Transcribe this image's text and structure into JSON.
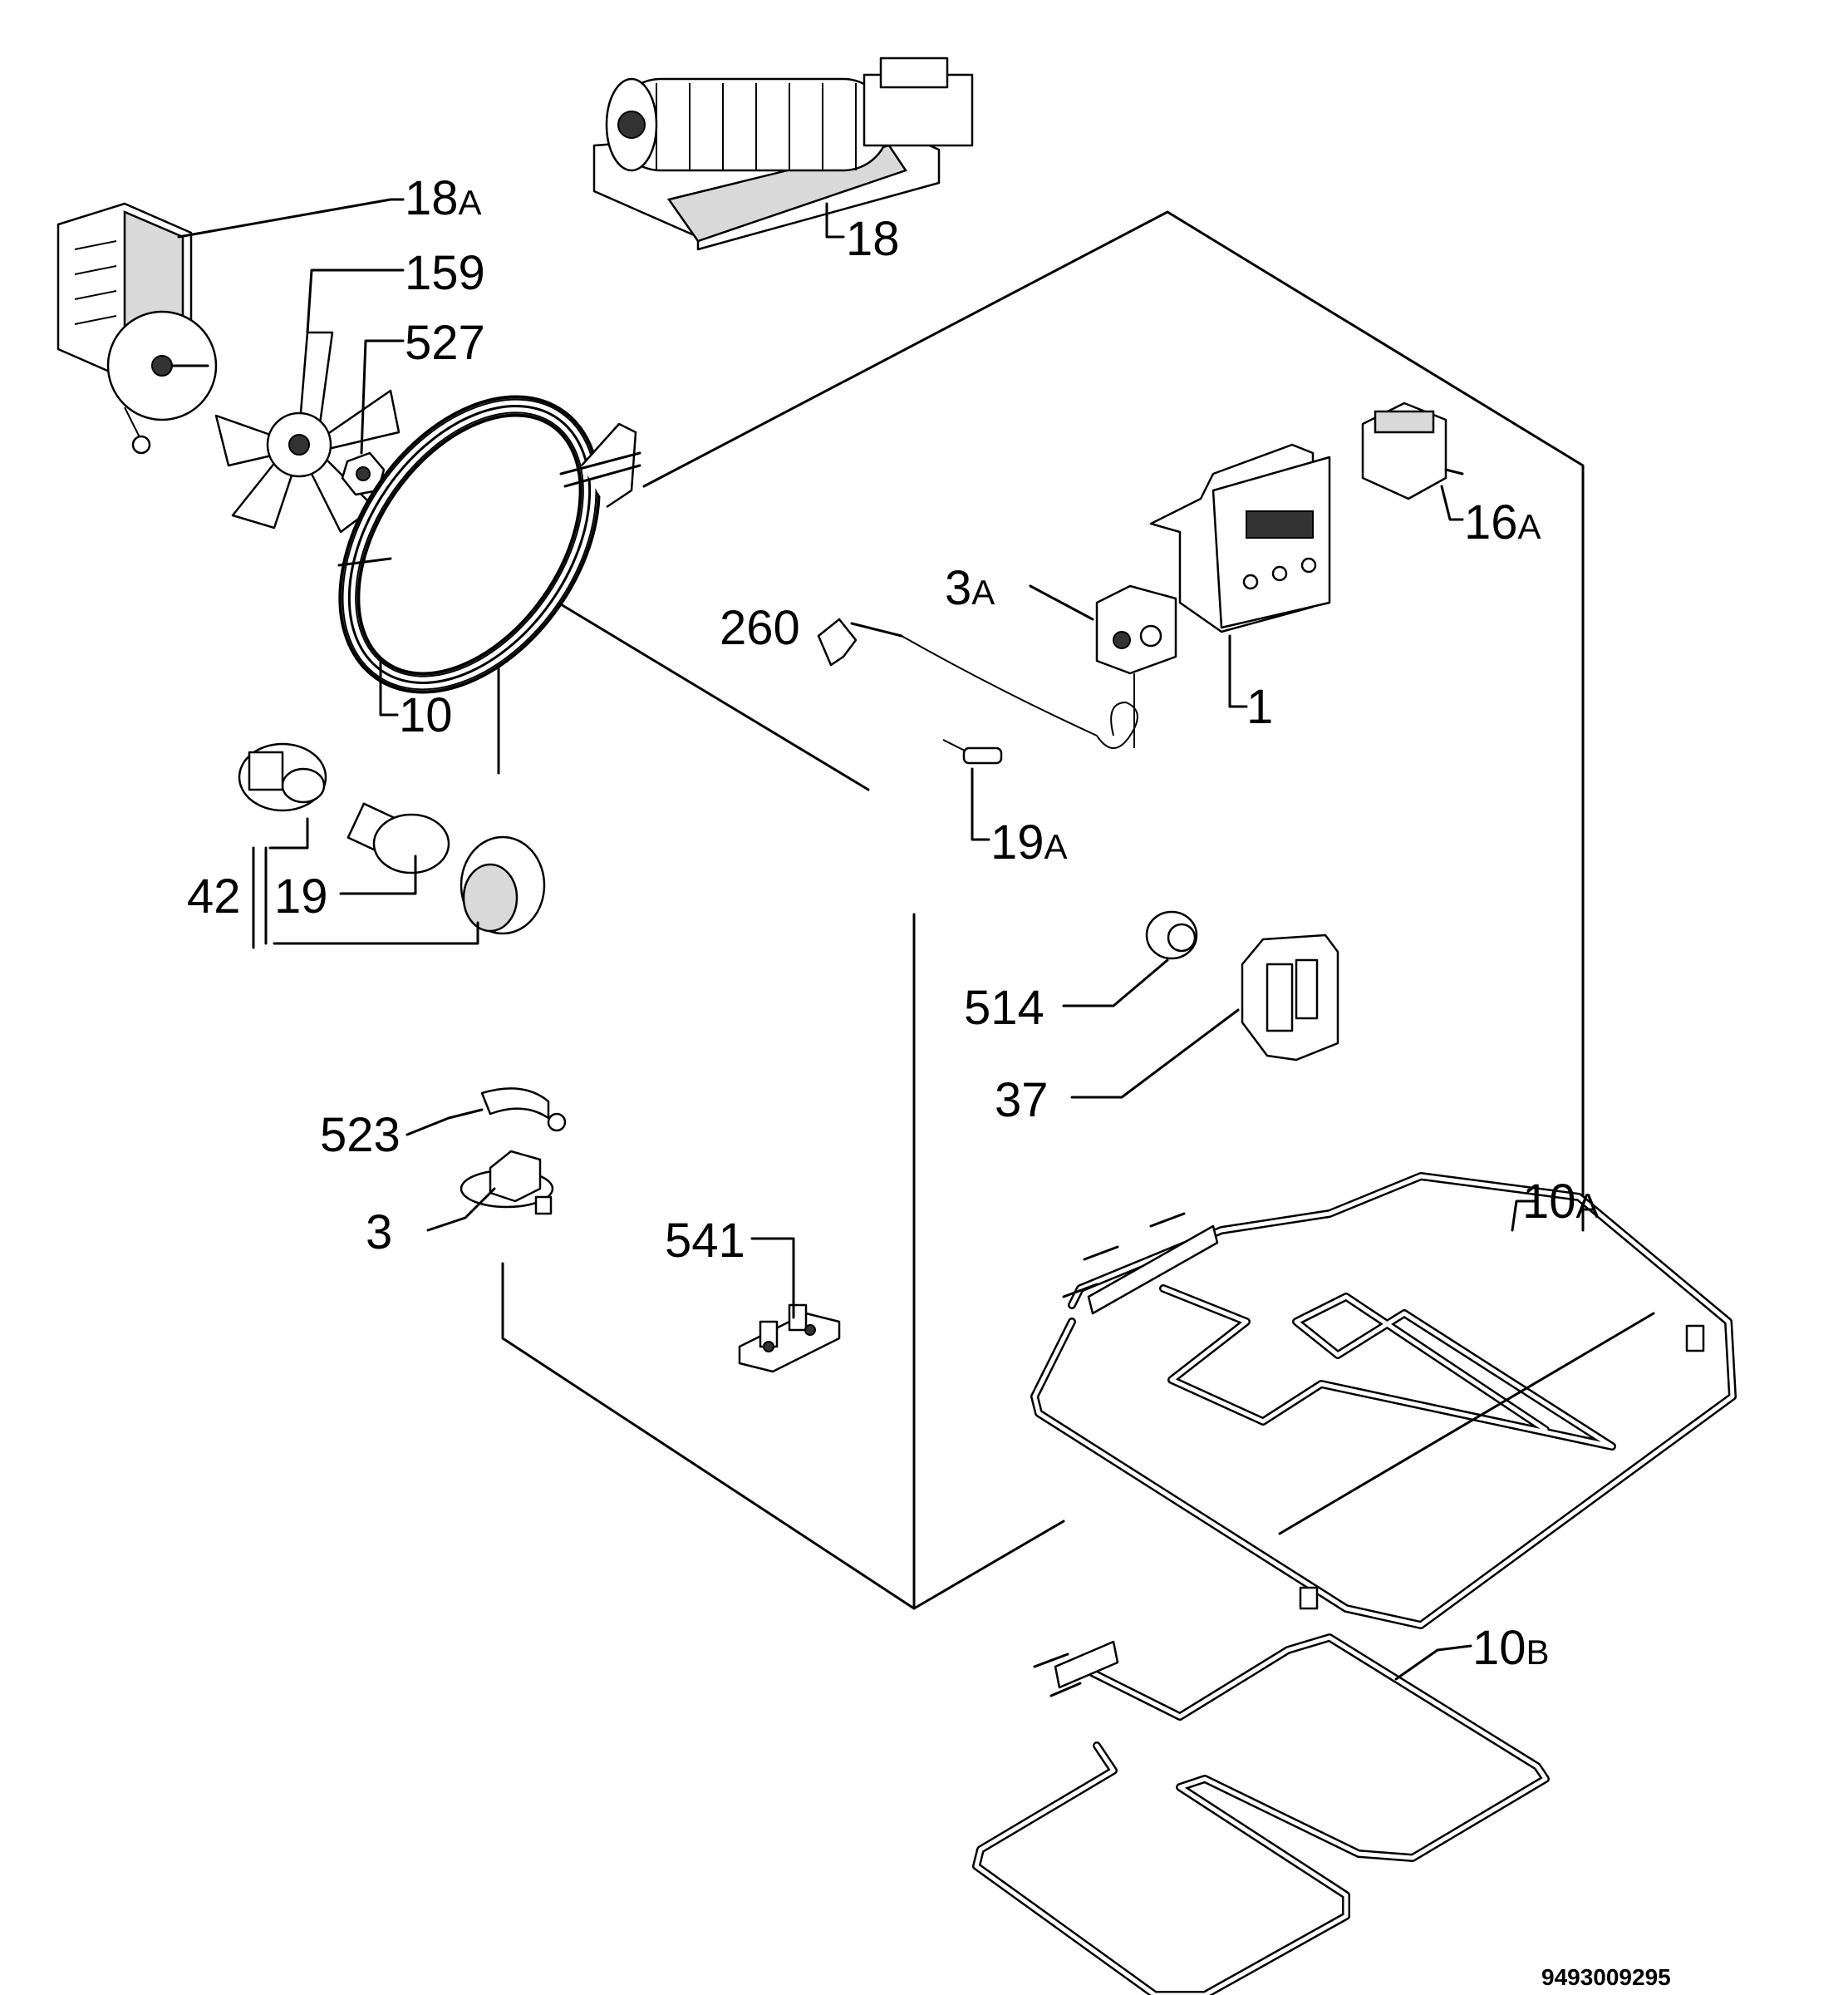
{
  "parts": [
    {
      "id": "p18A",
      "main": "18",
      "suffix": "A"
    },
    {
      "id": "p159",
      "main": "159",
      "suffix": ""
    },
    {
      "id": "p527",
      "main": "527",
      "suffix": ""
    },
    {
      "id": "p18",
      "main": "18",
      "suffix": ""
    },
    {
      "id": "p16A",
      "main": "16",
      "suffix": "A"
    },
    {
      "id": "p3A",
      "main": "3",
      "suffix": "A"
    },
    {
      "id": "p260",
      "main": "260",
      "suffix": ""
    },
    {
      "id": "p1",
      "main": "1",
      "suffix": ""
    },
    {
      "id": "p10",
      "main": "10",
      "suffix": ""
    },
    {
      "id": "p19A",
      "main": "19",
      "suffix": "A"
    },
    {
      "id": "p42",
      "main": "42",
      "suffix": ""
    },
    {
      "id": "p19",
      "main": "19",
      "suffix": ""
    },
    {
      "id": "p514",
      "main": "514",
      "suffix": ""
    },
    {
      "id": "p37",
      "main": "37",
      "suffix": ""
    },
    {
      "id": "p523",
      "main": "523",
      "suffix": ""
    },
    {
      "id": "p3",
      "main": "3",
      "suffix": ""
    },
    {
      "id": "p541",
      "main": "541",
      "suffix": ""
    },
    {
      "id": "p10A",
      "main": "10",
      "suffix": "A"
    },
    {
      "id": "p10B",
      "main": "10",
      "suffix": "B"
    }
  ],
  "drawing_code": "9493009295",
  "colors": {
    "ink": "#000000",
    "paper": "#ffffff"
  }
}
